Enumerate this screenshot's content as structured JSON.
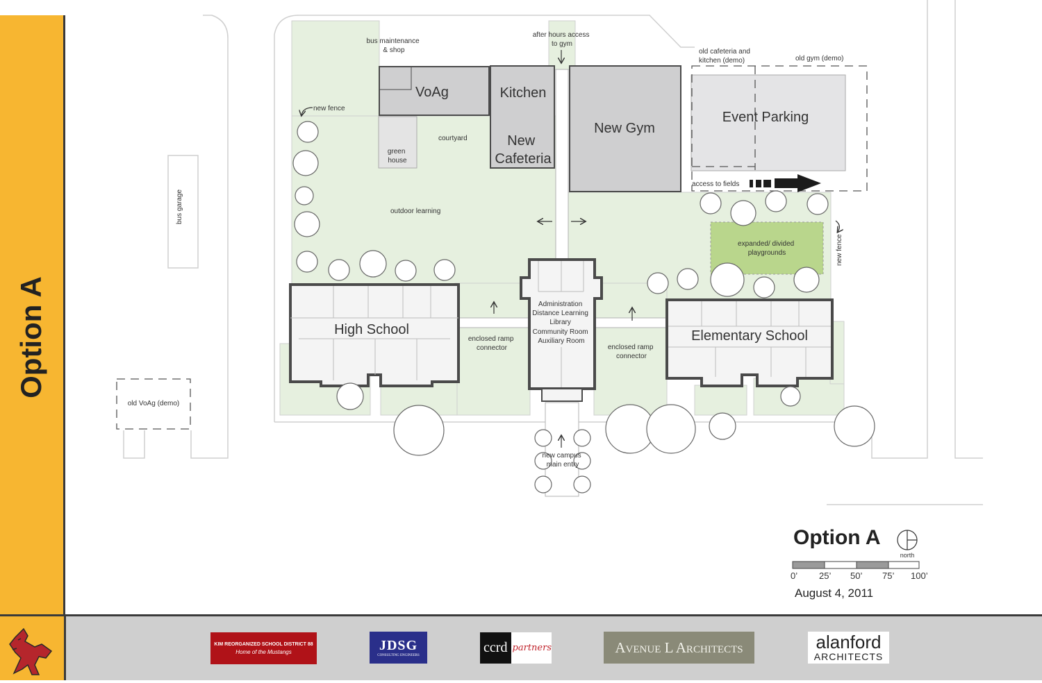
{
  "side_title": "Option A",
  "labels": {
    "bus_maintenance": [
      "bus maintenance",
      "& shop"
    ],
    "after_hours": [
      "after hours access",
      "to gym"
    ],
    "old_cafeteria": [
      "old cafeteria and",
      "kitchen  (demo)"
    ],
    "old_gym": "old gym (demo)",
    "new_fence_top": "new fence",
    "new_fence_right": "new fence",
    "vo_ag": "VoAg",
    "kitchen": "Kitchen",
    "new_cafeteria": [
      "New",
      "Cafeteria"
    ],
    "new_gym": "New Gym",
    "event_parking": "Event Parking",
    "courtyard": "courtyard",
    "green_house": [
      "green",
      "house"
    ],
    "access_to_fields": "access to fields",
    "bus_garage": "bus garage",
    "outdoor_learning": "outdoor learning",
    "playgrounds": [
      "expanded/ divided",
      "playgrounds"
    ],
    "admin": [
      "Administration",
      "Distance Learning",
      "Library",
      "Community Room",
      "Auxiliary Room"
    ],
    "high_school": "High School",
    "elementary_school": "Elementary School",
    "enclosed_ramp_left": [
      "enclosed ramp",
      "connector"
    ],
    "enclosed_ramp_right": [
      "enclosed ramp",
      "connector"
    ],
    "old_voag": "old VoAg (demo)",
    "main_entry": [
      "new campus",
      "main entry"
    ]
  },
  "legend": {
    "title": "Option A",
    "north": "north",
    "scale_ticks": [
      "0’",
      "25’",
      "50’",
      "75’",
      "100’"
    ],
    "date": "August 4, 2011"
  },
  "footer": {
    "logo1": [
      "KIM REORGANIZED SCHOOL DISTRICT 88",
      "Home of the Mustangs"
    ],
    "logo2": [
      "JDSG",
      "CONSULTING ENGINEERS"
    ],
    "logo3": [
      "ccrd",
      "partners"
    ],
    "logo4": "Avenue L Architects",
    "logo5": [
      "alanford",
      "ARCHITECTS"
    ]
  },
  "colors": {
    "band": "#f7b631",
    "lawn": "#e6f0df",
    "playground": "#b9d68c",
    "building": "#cfcfd0",
    "footer": "#cfcfcf"
  }
}
